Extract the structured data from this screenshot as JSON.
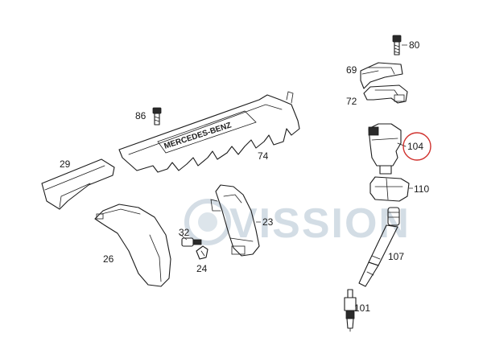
{
  "watermark": {
    "text": "VISSION",
    "color": "#9fb4c6",
    "opacity": 0.55
  },
  "highlight": {
    "label": "104",
    "color": "#d0312d"
  },
  "callouts": {
    "c80": "80",
    "c69": "69",
    "c72": "72",
    "c86": "86",
    "c104": "104",
    "c29": "29",
    "c74": "74",
    "c110": "110",
    "c23": "23",
    "c32": "32",
    "c26": "26",
    "c24": "24",
    "c107": "107",
    "c101": "101"
  },
  "engine_cover_text": "MERCEDES-BENZ"
}
